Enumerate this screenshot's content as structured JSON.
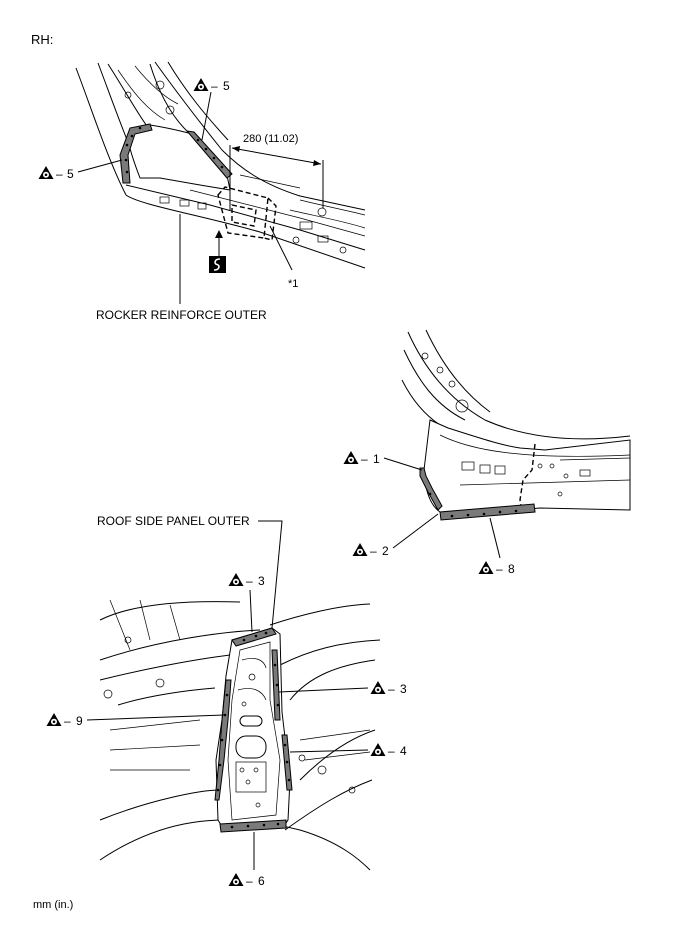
{
  "header": {
    "side": "RH:"
  },
  "footer": {
    "unit_note": "mm (in.)"
  },
  "labels": {
    "rocker": "ROCKER REINFORCE OUTER",
    "roof": "ROOF SIDE PANEL OUTER",
    "dimension": "280 (11.02)",
    "note1": "*1"
  },
  "callouts": [
    {
      "id": "top-5a",
      "value": "5"
    },
    {
      "id": "top-5b",
      "value": "5"
    },
    {
      "id": "mid-1",
      "value": "1"
    },
    {
      "id": "mid-2",
      "value": "2"
    },
    {
      "id": "mid-8",
      "value": "8"
    },
    {
      "id": "bot-3a",
      "value": "3"
    },
    {
      "id": "bot-3b",
      "value": "3"
    },
    {
      "id": "bot-9",
      "value": "9"
    },
    {
      "id": "bot-4",
      "value": "4"
    },
    {
      "id": "bot-6",
      "value": "6"
    }
  ],
  "icons": {
    "weld_symbol": "spot-weld-triangle-icon",
    "cut_symbol": "saw-cut-icon"
  }
}
